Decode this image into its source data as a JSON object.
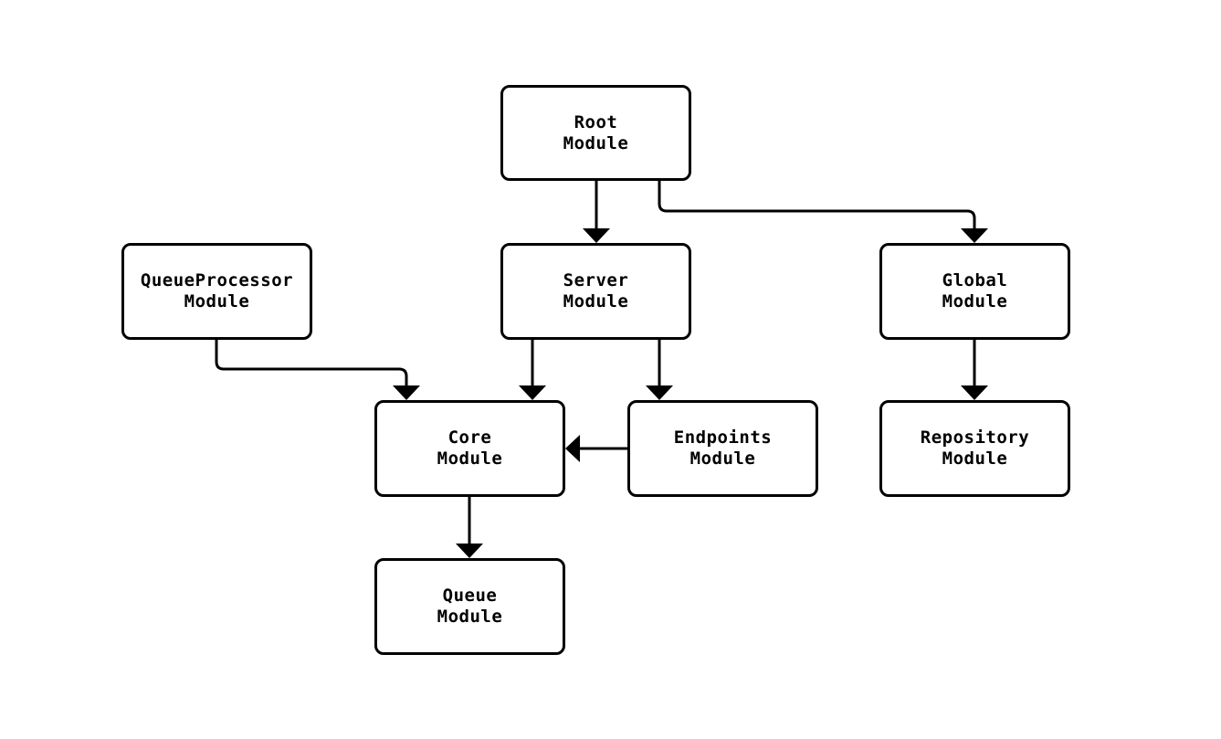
{
  "diagram": {
    "title": "module-dependency-flowchart",
    "colors": {
      "background": "#ffffff",
      "node_fill": "#ffffff",
      "node_border": "#000000",
      "edge": "#000000",
      "text": "#000000"
    },
    "nodes": {
      "root": {
        "label": "Root\nModule"
      },
      "server": {
        "label": "Server\nModule"
      },
      "queueProcessor": {
        "label": "QueueProcessor\nModule"
      },
      "global": {
        "label": "Global\nModule"
      },
      "core": {
        "label": "Core\nModule"
      },
      "endpoints": {
        "label": "Endpoints\nModule"
      },
      "repository": {
        "label": "Repository\nModule"
      },
      "queue": {
        "label": "Queue\nModule"
      }
    },
    "edges": [
      {
        "from": "Root Module",
        "to": "Server Module",
        "style": "solid-arrow"
      },
      {
        "from": "Root Module",
        "to": "Global Module",
        "style": "solid-arrow"
      },
      {
        "from": "QueueProcessor Module",
        "to": "Core Module",
        "style": "solid-arrow"
      },
      {
        "from": "Server Module",
        "to": "Core Module",
        "style": "solid-arrow"
      },
      {
        "from": "Server Module",
        "to": "Endpoints Module",
        "style": "solid-arrow"
      },
      {
        "from": "Endpoints Module",
        "to": "Core Module",
        "style": "solid-arrow"
      },
      {
        "from": "Global Module",
        "to": "Repository Module",
        "style": "solid-arrow"
      },
      {
        "from": "Core Module",
        "to": "Queue Module",
        "style": "solid-arrow"
      }
    ]
  }
}
